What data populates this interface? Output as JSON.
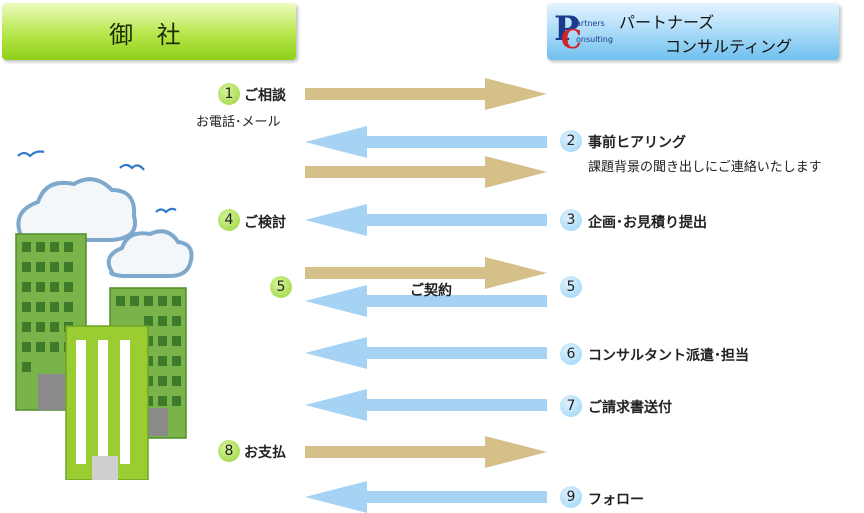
{
  "header": {
    "client": "御 社",
    "company_line1": "パートナーズ",
    "company_line2": "コンサルティング",
    "logo_letter_p": "P",
    "logo_letter_c": "C",
    "logo_text_1": "artners",
    "logo_text_2": "onsulting"
  },
  "steps": [
    {
      "num": "1",
      "label": "ご相談",
      "sub": "お電話･メール"
    },
    {
      "num": "2",
      "label": "事前ヒアリング",
      "sub": "課題背景の聞き出しにご連絡いたします"
    },
    {
      "num": "3",
      "label": "企画･お見積り提出"
    },
    {
      "num": "4",
      "label": "ご検討"
    },
    {
      "num_left": "5",
      "num_right": "5",
      "label": "ご契約"
    },
    {
      "num": "6",
      "label": "コンサルタント派遣･担当"
    },
    {
      "num": "7",
      "label": "ご請求書送付"
    },
    {
      "num": "8",
      "label": "お支払"
    },
    {
      "num": "9",
      "label": "フォロー"
    }
  ],
  "colors": {
    "to_partner_arrow": "#d6c08a",
    "to_client_arrow": "#a6d3f3",
    "client_header": "#a8df3a",
    "partner_header": "#8fcdf2"
  }
}
